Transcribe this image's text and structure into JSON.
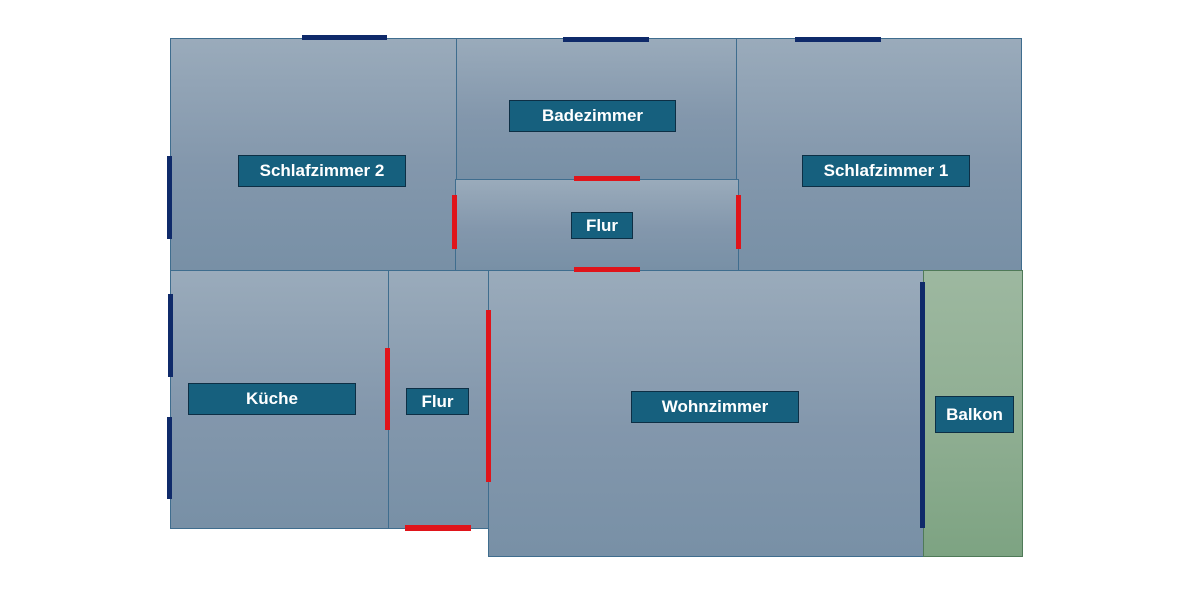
{
  "rooms": {
    "schlafzimmer_2": "Schlafzimmer 2",
    "badezimmer": "Badezimmer",
    "schlafzimmer_1": "Schlafzimmer 1",
    "flur_upper": "Flur",
    "kueche": "Küche",
    "flur_lower": "Flur",
    "wohnzimmer": "Wohnzimmer",
    "balkon": "Balkon"
  },
  "colors": {
    "room_fill": "#8a9db1",
    "balcony_fill": "#8fae92",
    "label_fill": "#16607e",
    "window": "#0f2a6a",
    "door": "#e0141a"
  }
}
